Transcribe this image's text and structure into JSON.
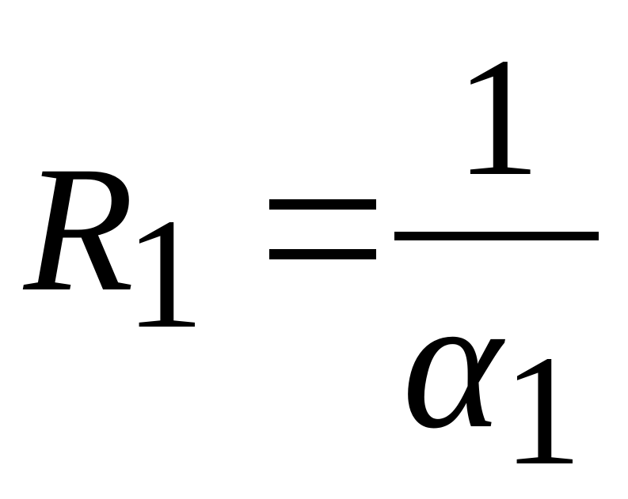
{
  "equation": {
    "lhs_variable": "R",
    "lhs_subscript": "1",
    "operator": "=",
    "numerator": "1",
    "denominator_variable": "α",
    "denominator_subscript": "1"
  }
}
